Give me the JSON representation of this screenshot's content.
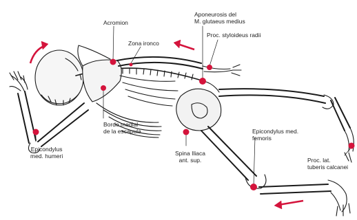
{
  "labels": {
    "acromion": "Acromion",
    "zona_ironca": "Zona ironco",
    "aponeurosis": [
      "Aponeurosis del",
      "M. glutaeus medius"
    ],
    "proc_styloideus": "Proc. styloideus radii",
    "borde_medial": [
      "Borde medial",
      "de la escápula"
    ],
    "epicondylus_humeri": [
      "Epicondylus",
      "med. humeri"
    ],
    "spina_iliaca": [
      "Spina Iliaca",
      "ant. sup."
    ],
    "epicondylus_femoris": [
      "Epicondylus med.",
      "femoris"
    ],
    "proc_tuberis": [
      "Proc. lat.",
      "tuberis calcanei"
    ]
  },
  "colors": {
    "marker": "#d4143c",
    "arrow": "#d4143c",
    "line": "#1a1a1a",
    "bone_fill": "#f4f4f4"
  },
  "icons": {
    "markers": "red-dot-marker",
    "arrows": "red-motion-arrow"
  }
}
